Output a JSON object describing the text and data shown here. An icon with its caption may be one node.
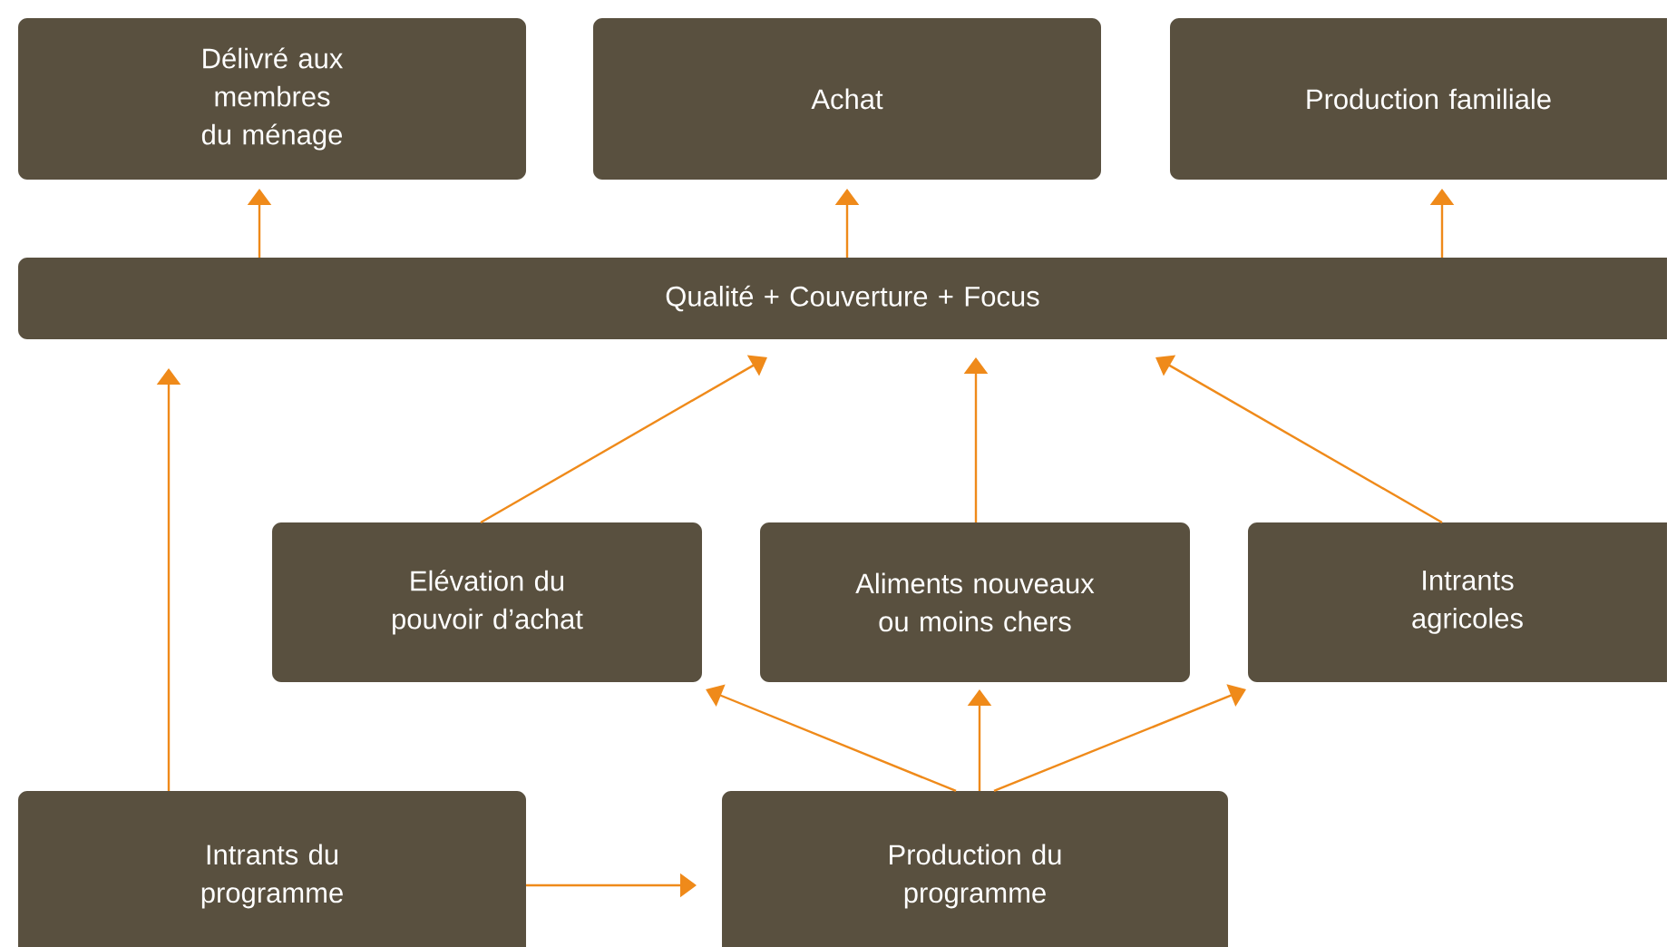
{
  "diagram": {
    "nodes": [
      {
        "text": [
          "Délivré aux membres du ménage"
        ]
      },
      {
        "text": [
          "Achat"
        ]
      },
      {
        "text": [
          "Production familiale"
        ]
      },
      {
        "text": [
          "Qualité  +  Couverture  +  Focus"
        ]
      },
      {
        "text": [
          "Elévation du pouvoir d’achat"
        ]
      },
      {
        "text": [
          "Aliments nouveaux ou moins chers"
        ]
      },
      {
        "text": [
          "Intrants agricoles"
        ]
      },
      {
        "text": [
          "Intrants du programme"
        ]
      },
      {
        "text": [
          "Production du programme"
        ]
      }
    ],
    "edges": [
      {
        "from": 3,
        "to": 0,
        "arrow": "to"
      },
      {
        "from": 3,
        "to": 1,
        "arrow": "to"
      },
      {
        "from": 3,
        "to": 2,
        "arrow": "to"
      },
      {
        "from": 7,
        "to": 3,
        "arrow": "to"
      },
      {
        "from": 4,
        "to": 3,
        "arrow": "to"
      },
      {
        "from": 5,
        "to": 3,
        "arrow": "to"
      },
      {
        "from": 6,
        "to": 3,
        "arrow": "to"
      },
      {
        "from": 8,
        "to": 4,
        "arrow": "to"
      },
      {
        "from": 8,
        "to": 5,
        "arrow": "to"
      },
      {
        "from": 8,
        "to": 6,
        "arrow": "to"
      },
      {
        "from": 7,
        "to": 8,
        "arrow": "to"
      }
    ]
  }
}
